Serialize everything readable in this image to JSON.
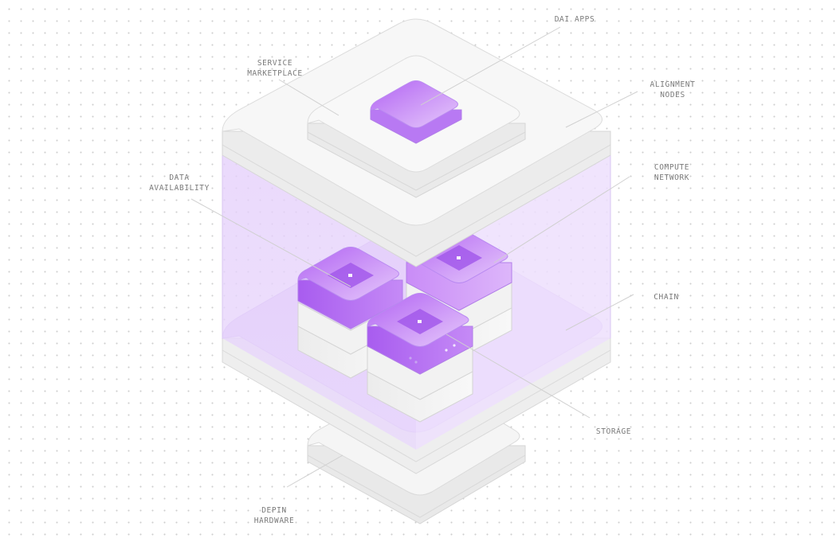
{
  "labels": {
    "dai_apps": [
      "DAI APPS"
    ],
    "service_marketplace": [
      "SERVICE",
      "MARKETPLACE"
    ],
    "alignment_nodes": [
      "ALIGNMENT",
      "NODES"
    ],
    "data_availability": [
      "DATA",
      "AVAILABILITY"
    ],
    "compute_network": [
      "COMPUTE",
      "NETWORK"
    ],
    "chain": [
      "CHAIN"
    ],
    "storage": [
      "STORAGE"
    ],
    "depin_hardware": [
      "DEPIN",
      "HARDWARE"
    ]
  },
  "colors": {
    "accent": "#b978f5",
    "accent_dark": "#9b55e6",
    "accent_light": "#e3cdfb",
    "panel": "#f7f7f7",
    "panel_edge": "#dcdcdc",
    "label_text": "#7a7a7a",
    "connector": "#d0d0d0"
  }
}
